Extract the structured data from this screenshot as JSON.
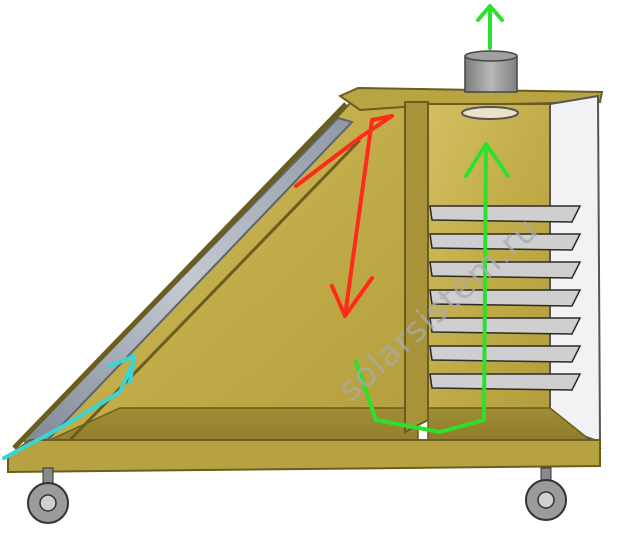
{
  "diagram": {
    "subject": "solar-dryer-cross-section",
    "colors": {
      "wood": "#c7b350",
      "wood_dark": "#8d7a2c",
      "frame": "#6a5d1f",
      "glass": "#aeb6c2",
      "chimney": "#9a9a9a",
      "side_panel": "#f2f2f4",
      "arrow_intake": "#39d4d4",
      "arrow_hot_air": "#ff2a1a",
      "arrow_exhaust": "#2ee02e"
    },
    "shelves_count": 7,
    "wheels_count": 2,
    "icons": [
      "intake-arrow-icon",
      "hot-air-arrow-icon",
      "exhaust-arrow-icon",
      "wheel-icon"
    ]
  },
  "watermark": {
    "text": "solarsistem.ru"
  }
}
